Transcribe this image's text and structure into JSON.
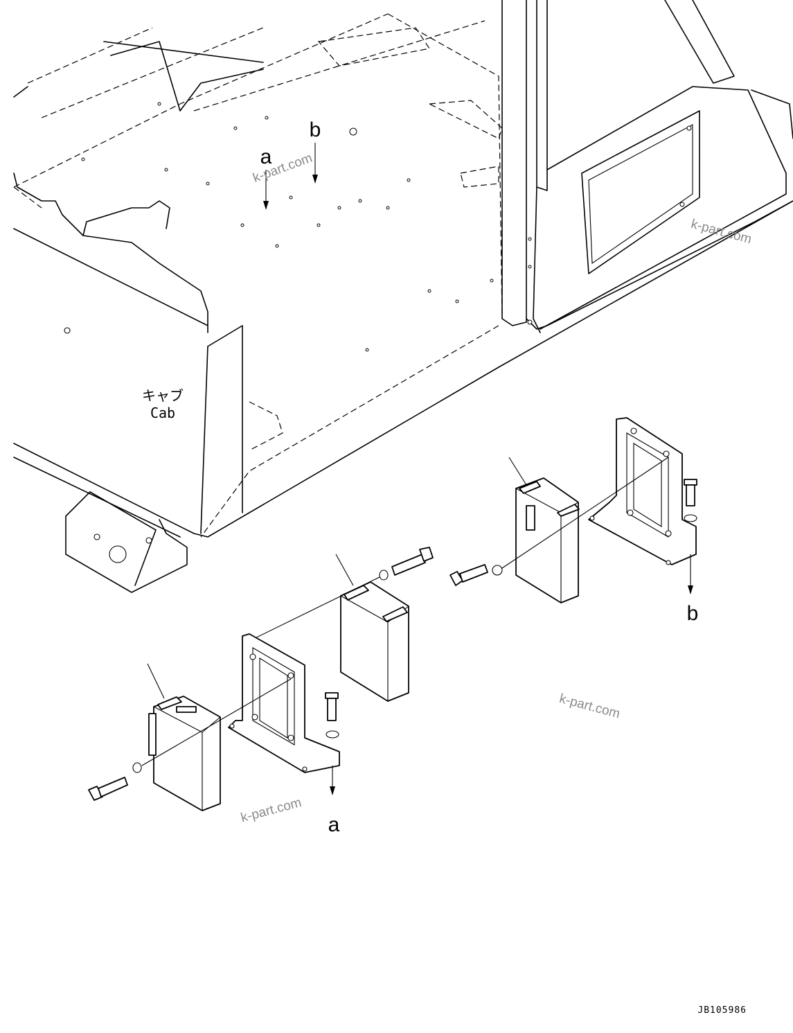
{
  "labels": {
    "cab_jp": "キャブ",
    "cab_en": "Cab",
    "ref_a": "a",
    "ref_b": "b"
  },
  "watermark": "k-part.com",
  "drawing_code": "JB105986"
}
